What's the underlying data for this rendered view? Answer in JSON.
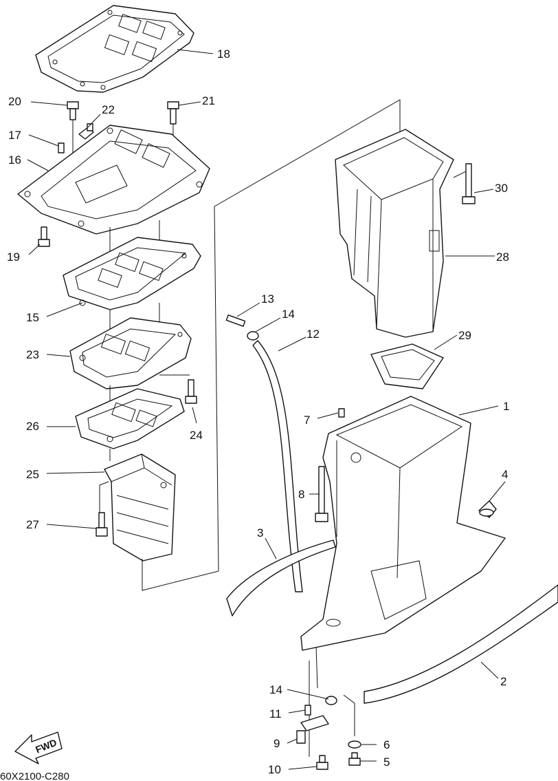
{
  "callouts": [
    {
      "id": "c18",
      "num": "18"
    },
    {
      "id": "c20",
      "num": "20"
    },
    {
      "id": "c21",
      "num": "21"
    },
    {
      "id": "c22",
      "num": "22"
    },
    {
      "id": "c17",
      "num": "17"
    },
    {
      "id": "c16",
      "num": "16"
    },
    {
      "id": "c19",
      "num": "19"
    },
    {
      "id": "c15",
      "num": "15"
    },
    {
      "id": "c23",
      "num": "23"
    },
    {
      "id": "c24",
      "num": "24"
    },
    {
      "id": "c26",
      "num": "26"
    },
    {
      "id": "c25",
      "num": "25"
    },
    {
      "id": "c27",
      "num": "27"
    },
    {
      "id": "c30",
      "num": "30"
    },
    {
      "id": "c28",
      "num": "28"
    },
    {
      "id": "c13",
      "num": "13"
    },
    {
      "id": "c14a",
      "num": "14"
    },
    {
      "id": "c12",
      "num": "12"
    },
    {
      "id": "c29",
      "num": "29"
    },
    {
      "id": "c1",
      "num": "1"
    },
    {
      "id": "c7",
      "num": "7"
    },
    {
      "id": "c4",
      "num": "4"
    },
    {
      "id": "c8",
      "num": "8"
    },
    {
      "id": "c3",
      "num": "3"
    },
    {
      "id": "c2",
      "num": "2"
    },
    {
      "id": "c14b",
      "num": "14"
    },
    {
      "id": "c11",
      "num": "11"
    },
    {
      "id": "c9",
      "num": "9"
    },
    {
      "id": "c6",
      "num": "6"
    },
    {
      "id": "c10",
      "num": "10"
    },
    {
      "id": "c5",
      "num": "5"
    }
  ],
  "fwd_label": "FWD",
  "diagram_code": "60X2100-C280",
  "line_color": "#111111"
}
